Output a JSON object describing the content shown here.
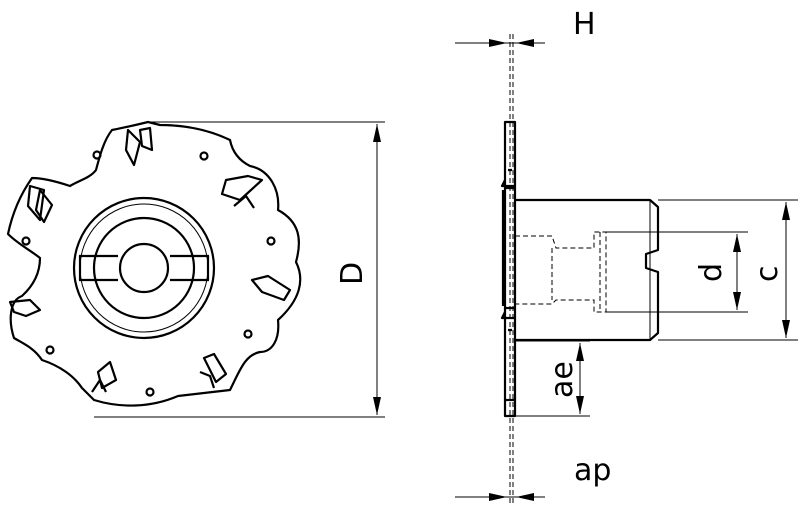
{
  "labels": {
    "H": "H",
    "D": "D",
    "d": "d",
    "c": "c",
    "ae": "ae",
    "ap": "ap"
  },
  "colors": {
    "line": "#000000",
    "background": "#ffffff"
  }
}
